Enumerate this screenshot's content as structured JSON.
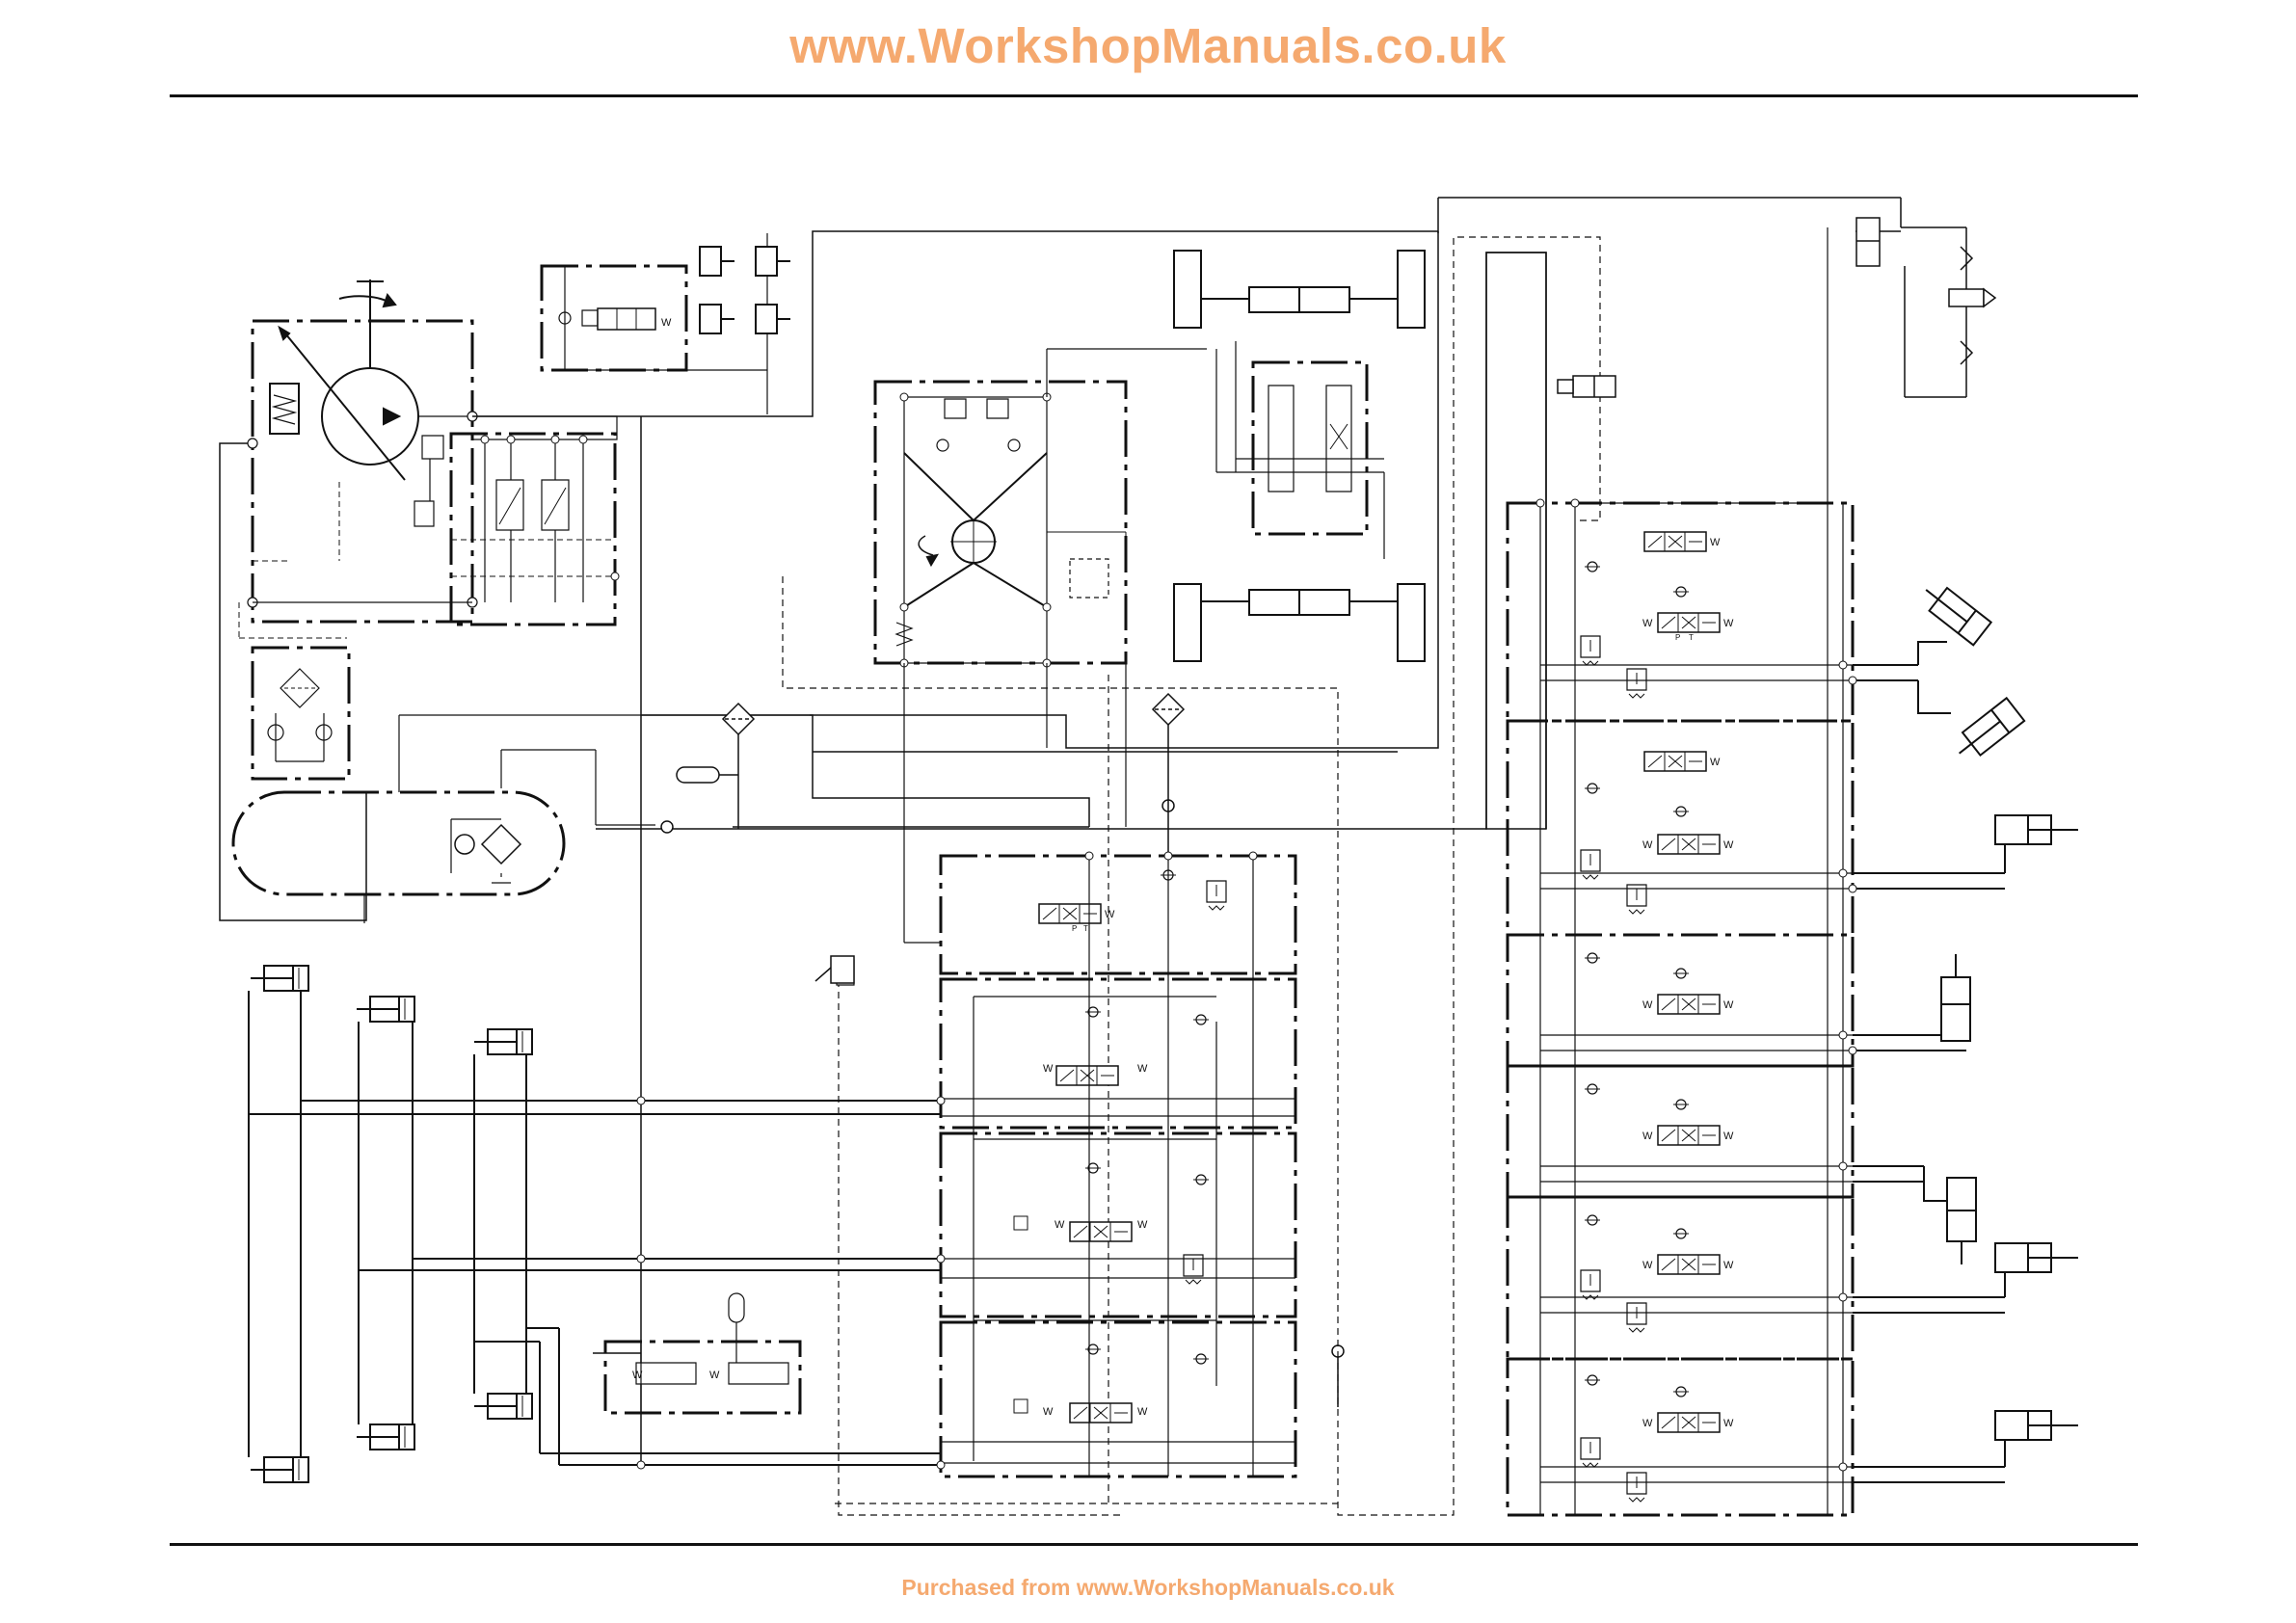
{
  "header": {
    "link_text": "www.WorkshopManuals.co.uk"
  },
  "footer": {
    "purchase_text": "Purchased from www.WorkshopManuals.co.uk"
  },
  "diagram": {
    "spring_label": "W",
    "port_labels": [
      "P",
      "T"
    ],
    "line_color": "#111111",
    "watermark_color": "#f5a96f"
  }
}
